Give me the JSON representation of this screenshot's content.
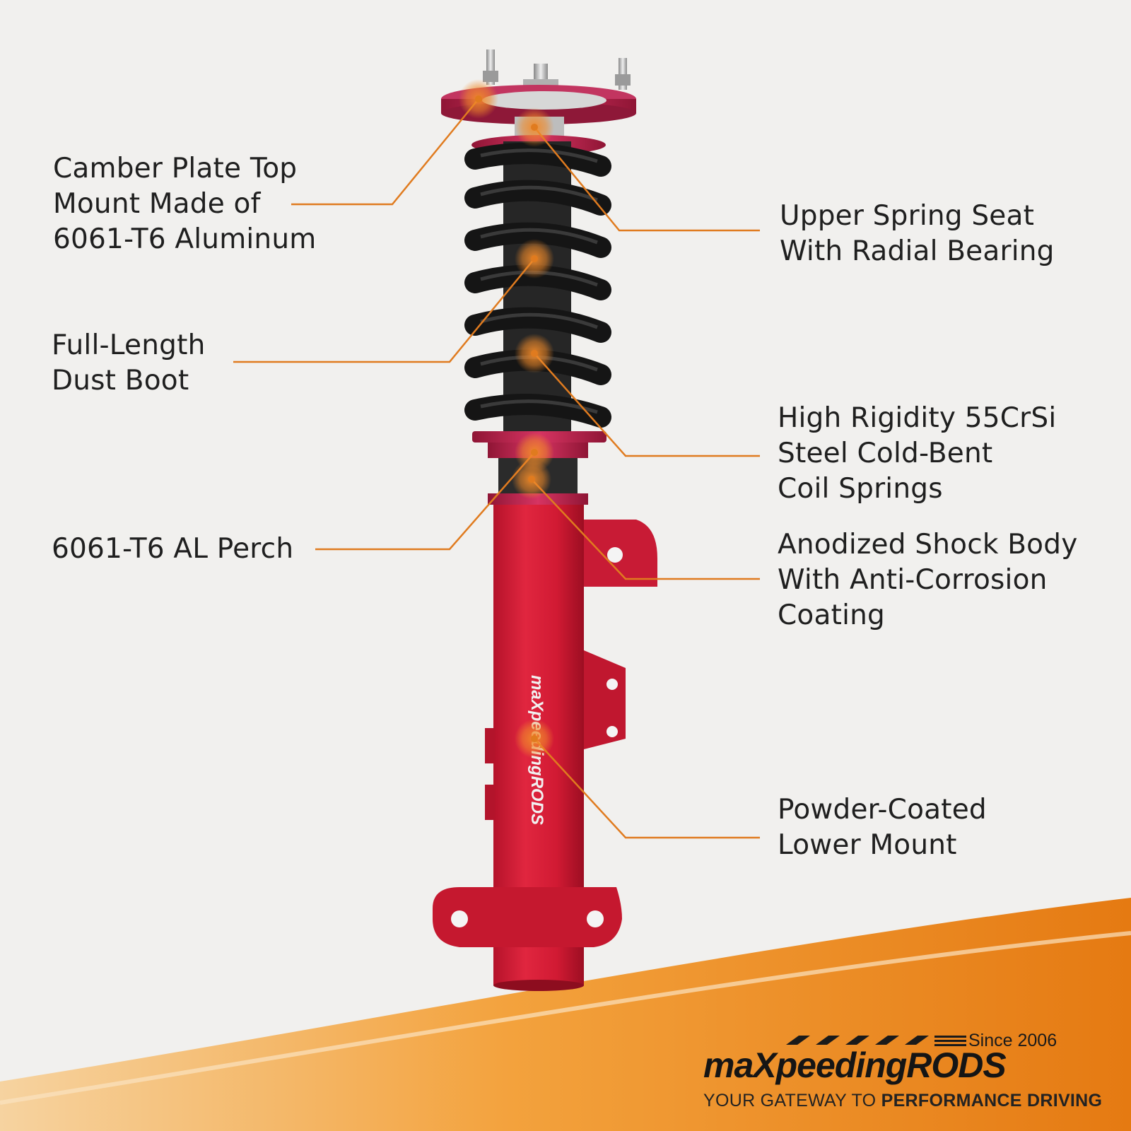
{
  "colors": {
    "accent": "#e07b1f",
    "shock_red": "#d9223a",
    "spring_black": "#1a1a1a",
    "anodized": "#c8214a"
  },
  "callouts": [
    {
      "id": "camber-plate",
      "lines": [
        "Camber Plate Top",
        "Mount Made of",
        "6061-T6 Aluminum"
      ]
    },
    {
      "id": "upper-spring-seat",
      "lines": [
        "Upper Spring Seat",
        "With Radial Bearing"
      ]
    },
    {
      "id": "dust-boot",
      "lines": [
        "Full-Length",
        "Dust Boot"
      ]
    },
    {
      "id": "coil-springs",
      "lines": [
        "High Rigidity 55CrSi",
        "Steel Cold-Bent",
        "Coil Springs"
      ]
    },
    {
      "id": "perch",
      "lines": [
        "6061-T6 AL Perch"
      ]
    },
    {
      "id": "shock-body",
      "lines": [
        "Anodized Shock Body",
        "With Anti-Corrosion",
        "Coating"
      ]
    },
    {
      "id": "lower-mount",
      "lines": [
        "Powder-Coated",
        "Lower Mount"
      ]
    }
  ],
  "logo": {
    "since": "Since 2006",
    "brand": "maXpeedingRODS",
    "tagline_light": "YOUR GATEWAY TO",
    "tagline_bold": "PERFORMANCE DRIVING"
  }
}
